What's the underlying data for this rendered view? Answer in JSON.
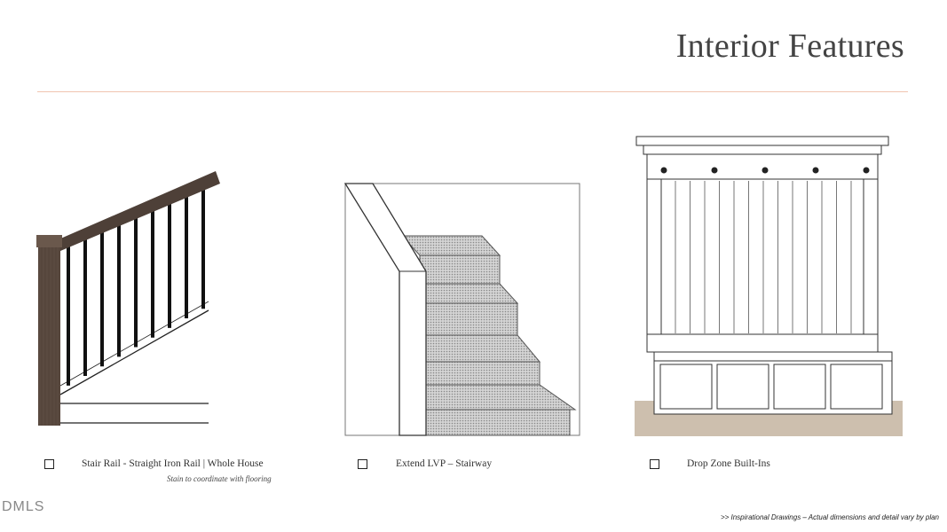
{
  "header": {
    "title": "Interior Features"
  },
  "features": [
    {
      "label": "Stair Rail - Straight Iron Rail | Whole House",
      "note": "Stain to coordinate with flooring",
      "checked": false
    },
    {
      "label": "Extend LVP – Stairway",
      "checked": false
    },
    {
      "label": "Drop Zone Built-Ins",
      "checked": false
    }
  ],
  "footer": {
    "logo": "DMLS",
    "disclaimer": ">> Inspirational Drawings – Actual dimensions and detail vary by plan"
  },
  "colors": {
    "accent_rule": "#f0c4b0",
    "newel": "#5a4a40",
    "floor": "#cdbfae"
  }
}
